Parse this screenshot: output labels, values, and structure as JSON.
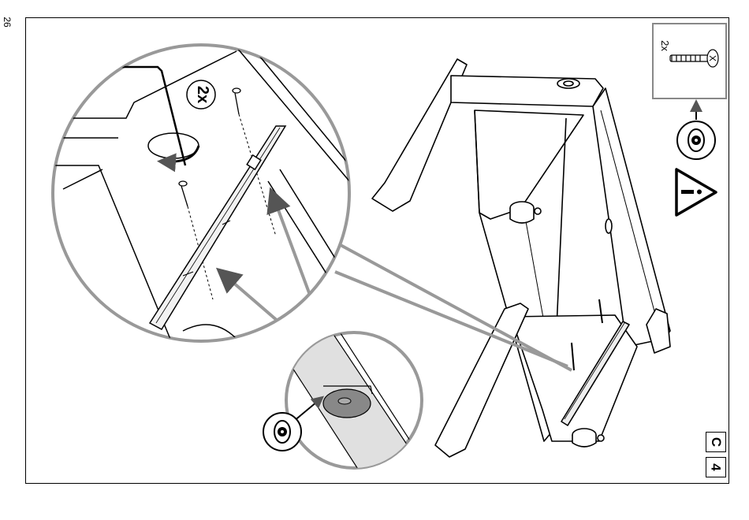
{
  "page": {
    "number": "26"
  },
  "parts_callout": {
    "quantity": "2x",
    "icon": "screw-icon"
  },
  "detail_callout": {
    "quantity": "2x"
  },
  "step": {
    "letter": "C",
    "number": "4"
  },
  "icons": {
    "eye": "eye-icon",
    "warning": "warning-triangle-icon",
    "arrow": "arrow-icon"
  }
}
